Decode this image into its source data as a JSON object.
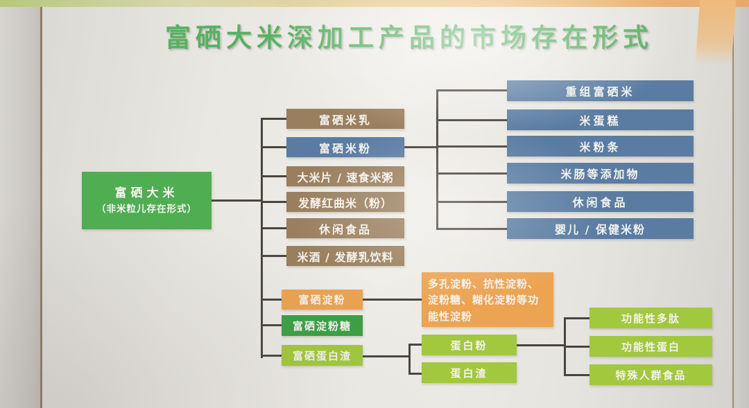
{
  "title": "富硒大米深加工产品的市场存在形式",
  "root": {
    "name": "富硒大米",
    "subtitle": "（非米粒儿存在形式）"
  },
  "branches": {
    "rice_forms": [
      {
        "label": "富硒米乳"
      },
      {
        "label": "富硒米粉"
      },
      {
        "label": "大米片 / 速食米粥"
      },
      {
        "label": "发酵红曲米（粉）"
      },
      {
        "label": "休闲食品"
      },
      {
        "label": "米酒 / 发酵乳饮料"
      },
      {
        "label": "富硒淀粉"
      },
      {
        "label": "富硒淀粉糖"
      },
      {
        "label": "富硒蛋白渣"
      }
    ],
    "rice_flour_products": [
      "重组富硒米",
      "米蛋糕",
      "米粉条",
      "米肠等添加物",
      "休闲食品",
      "婴儿 / 保健米粉"
    ],
    "starch_note": "多孔淀粉、抗性淀粉、淀粉糖、糊化淀粉等功能性淀粉",
    "protein_products": [
      "蛋白粉",
      "蛋白渣"
    ],
    "protein_powder_products": [
      "功能性多肽",
      "功能性蛋白",
      "特殊人群食品"
    ]
  },
  "colors": {
    "title_green": "#57b161",
    "node_green": "#4fae52",
    "node_brown": "#9a7f5e",
    "node_blue": "#5a7ca2",
    "node_orange": "#eca352",
    "node_dark_green": "#3aa044",
    "node_light_green": "#a2c83e",
    "connector": "#4a453c"
  }
}
